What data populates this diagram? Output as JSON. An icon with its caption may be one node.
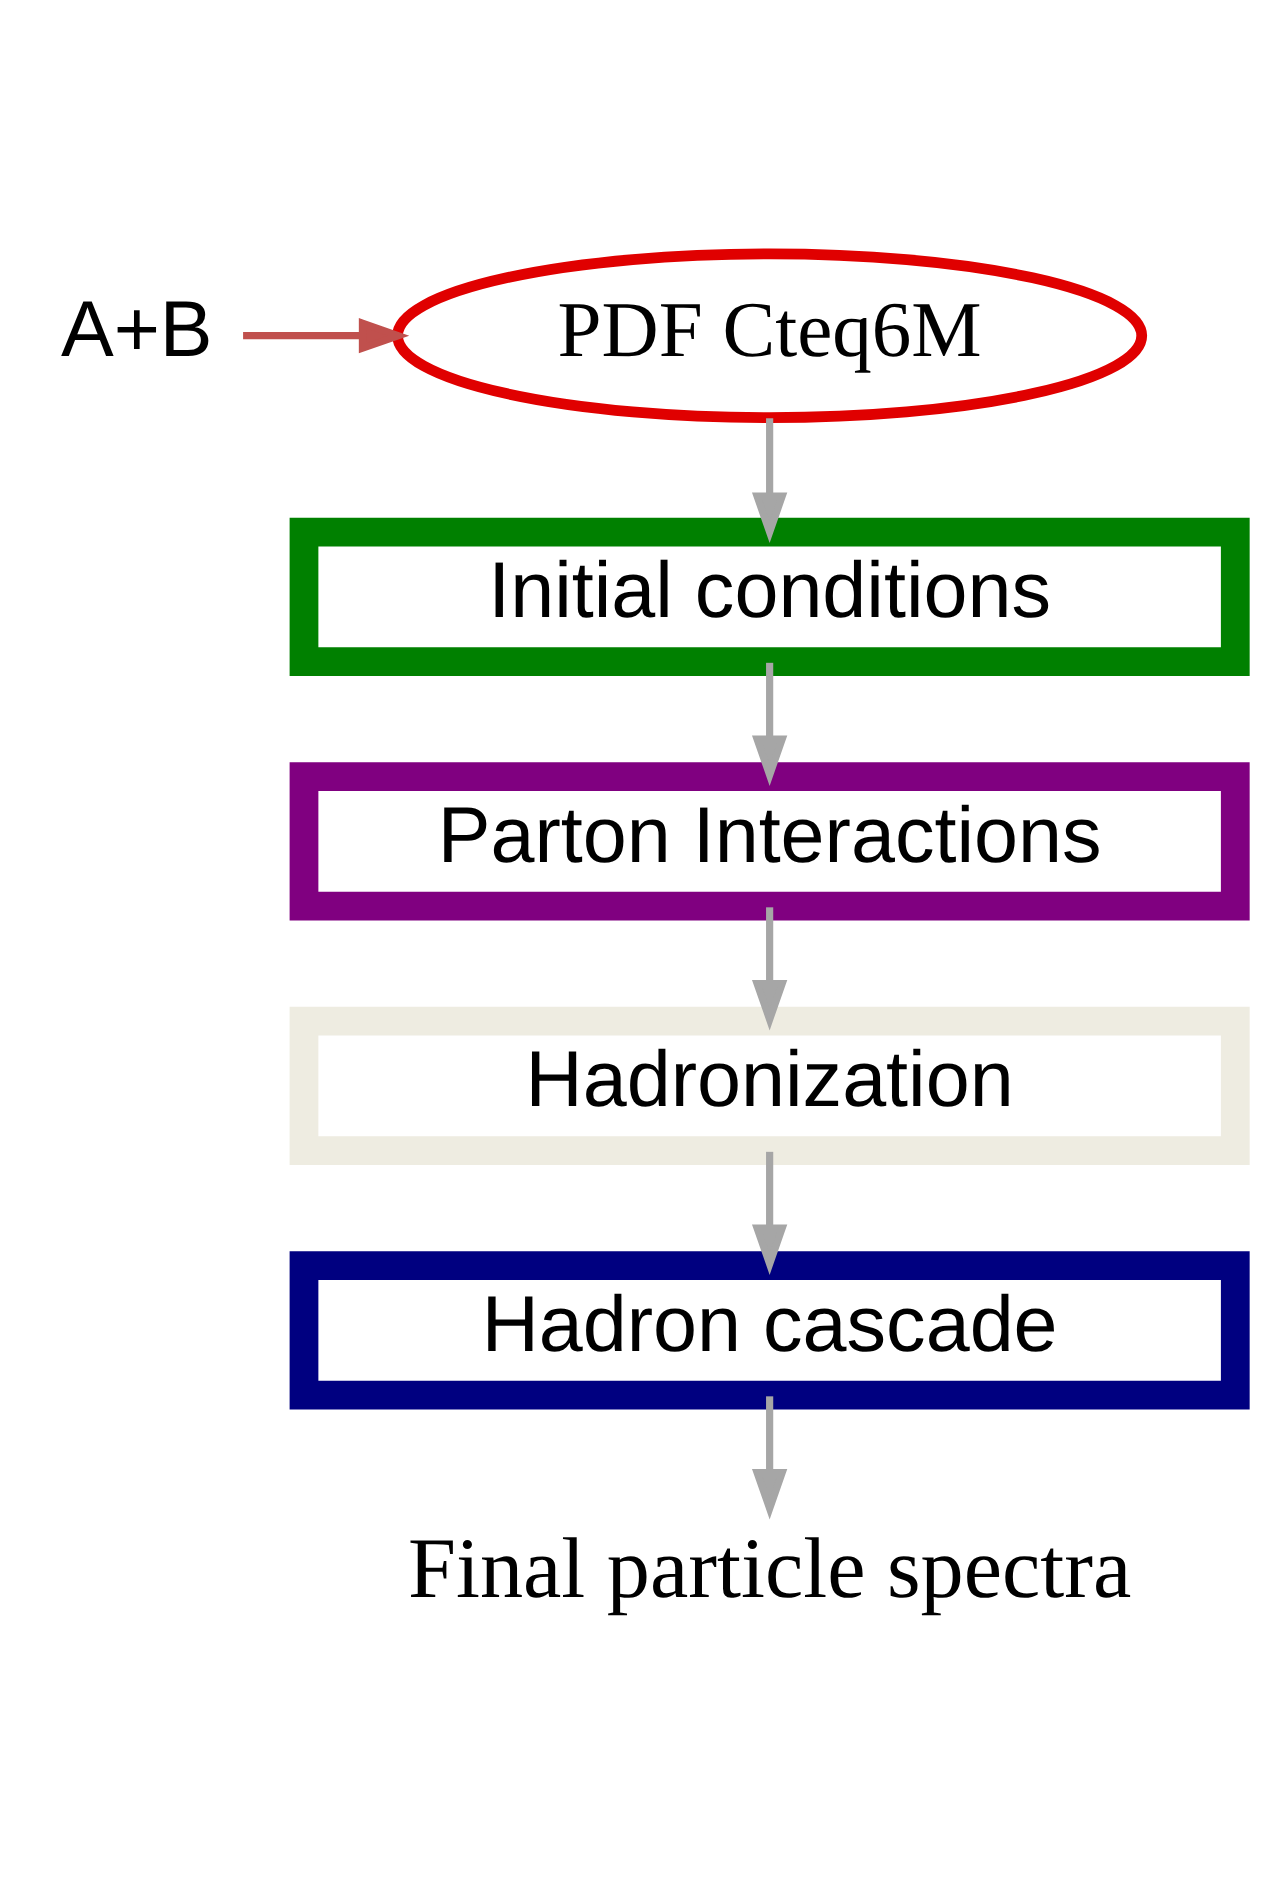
{
  "diagram": {
    "nodes": [
      {
        "text": [
          "A+B"
        ]
      },
      {
        "text": [
          "PDF Cteq6M"
        ]
      },
      {
        "text": [
          "Initial conditions"
        ]
      },
      {
        "text": [
          "Parton Interactions"
        ]
      },
      {
        "text": [
          "Hadronization"
        ]
      },
      {
        "text": [
          "Hadron cascade"
        ]
      },
      {
        "text": [
          "Final particle spectra"
        ]
      }
    ],
    "edges": [
      {
        "from": 0,
        "to": 1,
        "arrow": "to",
        "color": "#c0504d"
      },
      {
        "from": 1,
        "to": 2,
        "arrow": "to"
      },
      {
        "from": 2,
        "to": 3,
        "arrow": "to"
      },
      {
        "from": 3,
        "to": 4,
        "arrow": "to"
      },
      {
        "from": 4,
        "to": 5,
        "arrow": "to"
      },
      {
        "from": 5,
        "to": 6,
        "arrow": "to"
      }
    ]
  }
}
